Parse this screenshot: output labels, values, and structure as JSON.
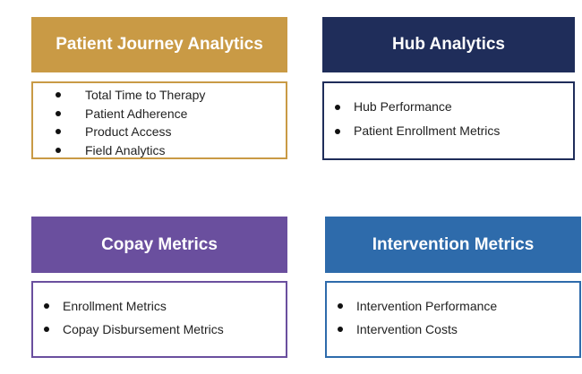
{
  "colors": {
    "patient_journey": "#c99a45",
    "hub": "#1f2d5a",
    "copay": "#6a4f9e",
    "intervention": "#2e6bab"
  },
  "sections": [
    {
      "title": "Patient Journey Analytics",
      "items": [
        "Total Time to Therapy",
        "Patient Adherence",
        "Product Access",
        "Field Analytics"
      ]
    },
    {
      "title": "Hub Analytics",
      "items": [
        "Hub Performance",
        "Patient Enrollment Metrics"
      ]
    },
    {
      "title": "Copay Metrics",
      "items": [
        "Enrollment Metrics",
        "Copay Disbursement Metrics"
      ]
    },
    {
      "title": "Intervention Metrics",
      "items": [
        "Intervention Performance",
        "Intervention Costs"
      ]
    }
  ]
}
